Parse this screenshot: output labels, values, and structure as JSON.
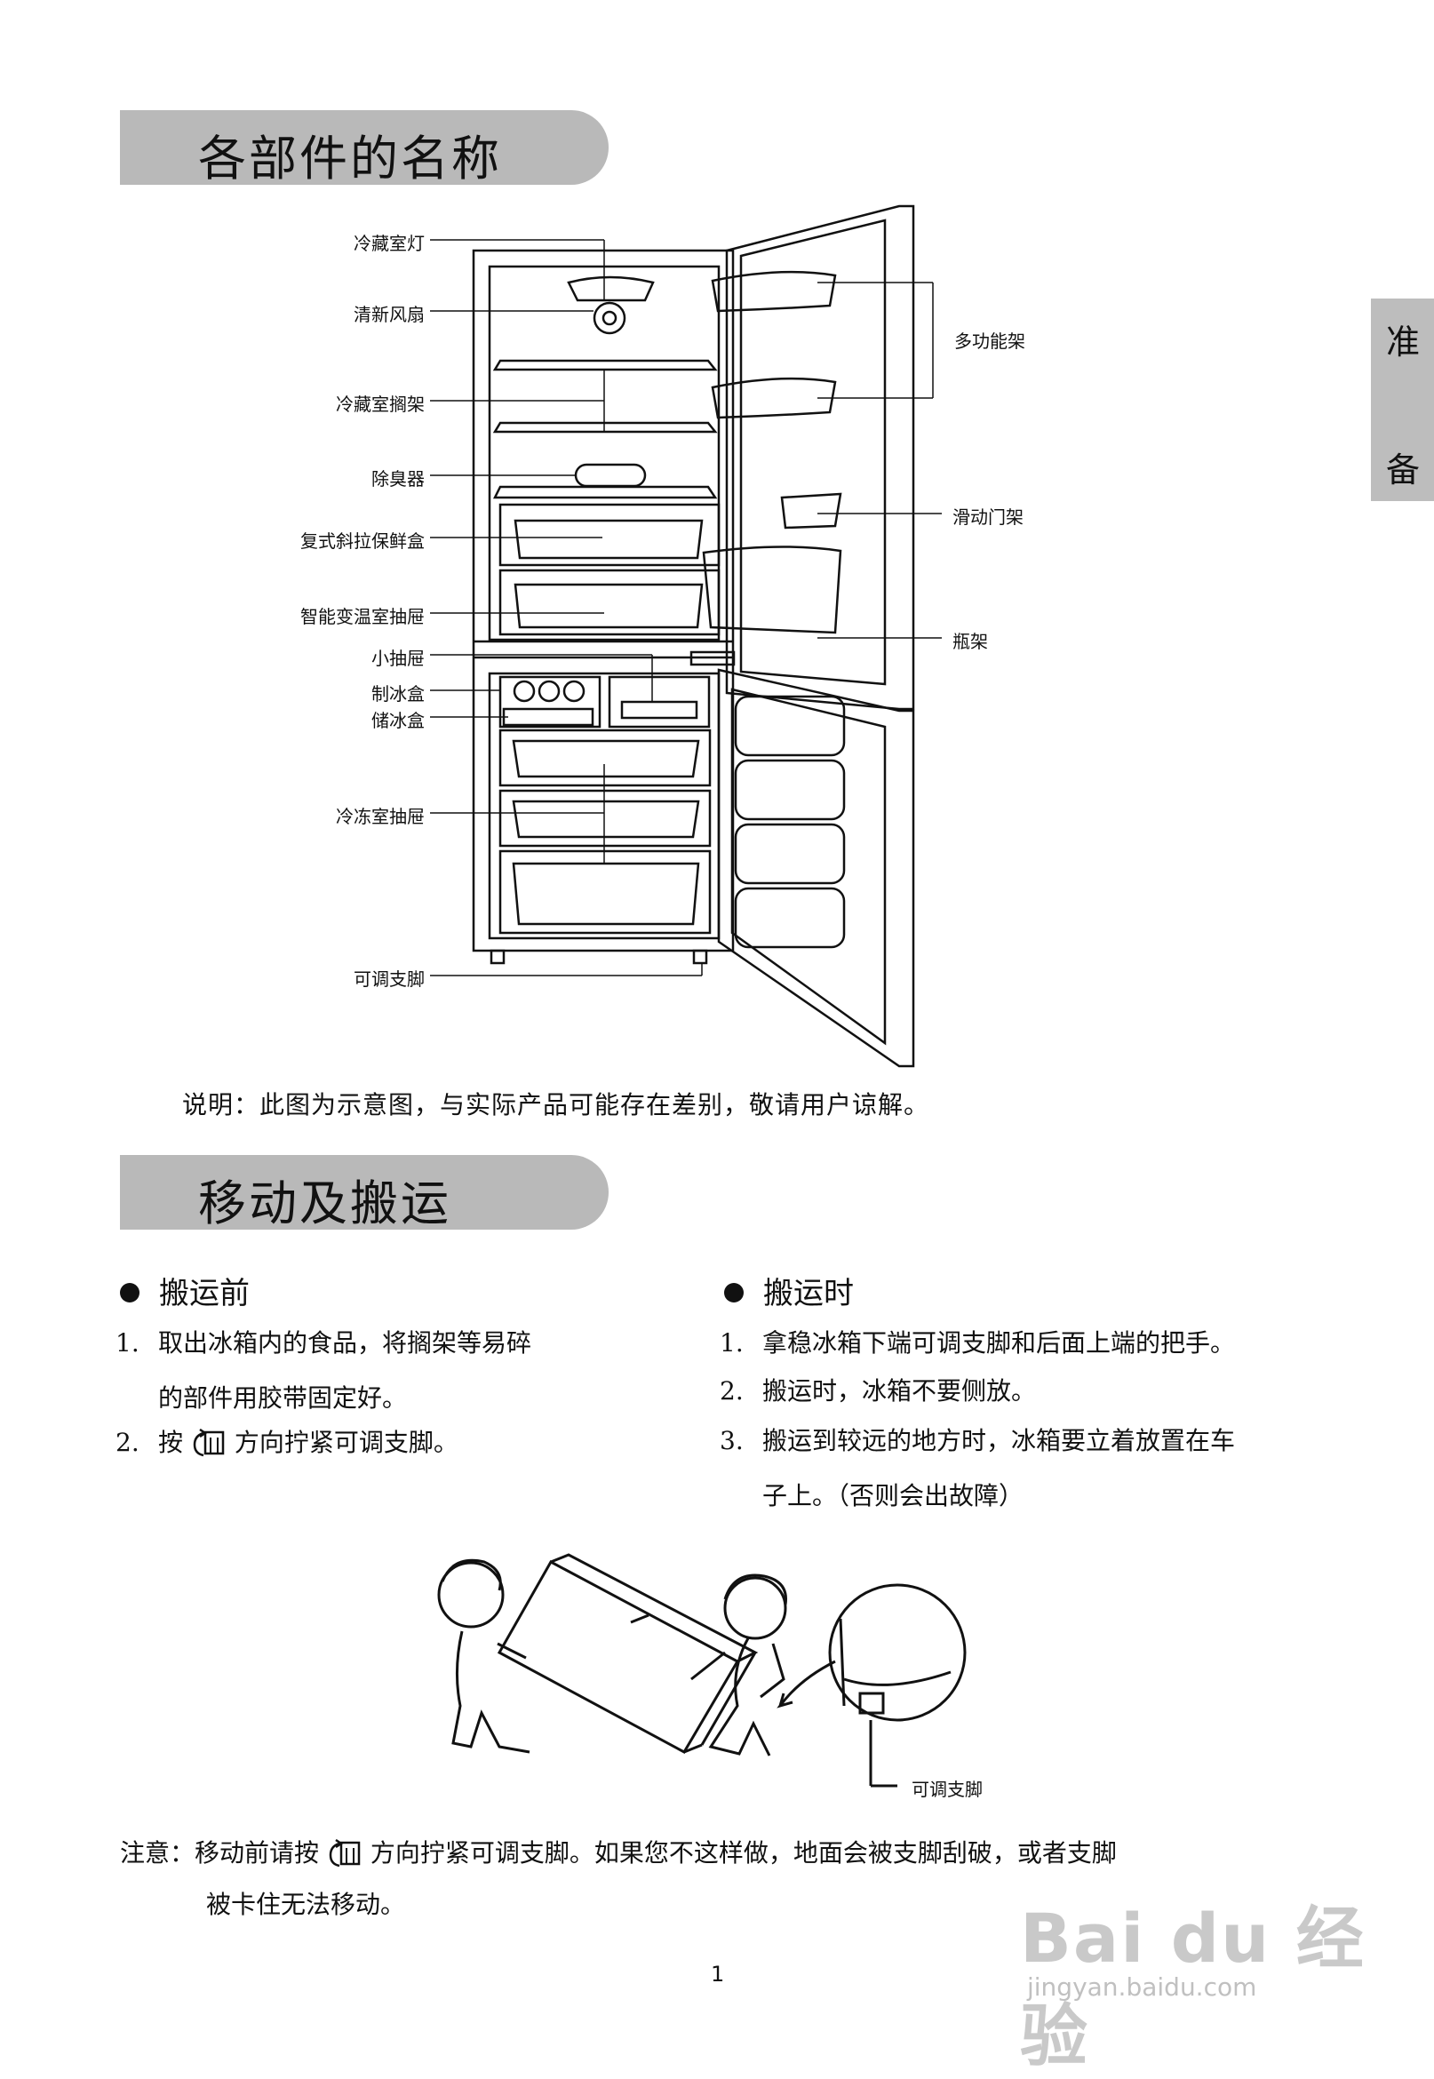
{
  "section1": {
    "title": "各部件的名称"
  },
  "side_tab": {
    "char1": "准",
    "char2": "备"
  },
  "diagram": {
    "labels_left": [
      "冷藏室灯",
      "清新风扇",
      "冷藏室搁架",
      "除臭器",
      "复式斜拉保鲜盒",
      "智能变温室抽屉",
      "小抽屉",
      "制冰盒",
      "储冰盒",
      "冷冻室抽屉",
      "可调支脚"
    ],
    "labels_right": [
      "多功能架",
      "滑动门架",
      "瓶架"
    ]
  },
  "caption": "说明：此图为示意图，与实际产品可能存在差别，敬请用户谅解。",
  "section2": {
    "title": "移动及搬运"
  },
  "before": {
    "heading": "搬运前",
    "items": [
      {
        "num": "1.",
        "line1": "取出冰箱内的食品，将搁架等易碎",
        "line2": "的部件用胶带固定好。"
      },
      {
        "num": "2.",
        "pre": "按",
        "post": "方向拧紧可调支脚。"
      }
    ]
  },
  "during": {
    "heading": "搬运时",
    "items": [
      {
        "num": "1.",
        "line1": "拿稳冰箱下端可调支脚和后面上端的把手。"
      },
      {
        "num": "2.",
        "line1": "搬运时，冰箱不要侧放。"
      },
      {
        "num": "3.",
        "line1": "搬运到较远的地方时，冰箱要立着放置在车",
        "line2": "子上。（否则会出故障）"
      }
    ]
  },
  "illustration": {
    "label": "可调支脚"
  },
  "note": {
    "prefix": "注意：",
    "pre": "移动前请按",
    "post": "方向拧紧可调支脚。如果您不这样做，地面会被支脚刮破，或者支脚",
    "line2": "被卡住无法移动。"
  },
  "page_number": "1",
  "watermark": {
    "brand": "Bai du 经验",
    "url": "jingyan.baidu.com"
  }
}
